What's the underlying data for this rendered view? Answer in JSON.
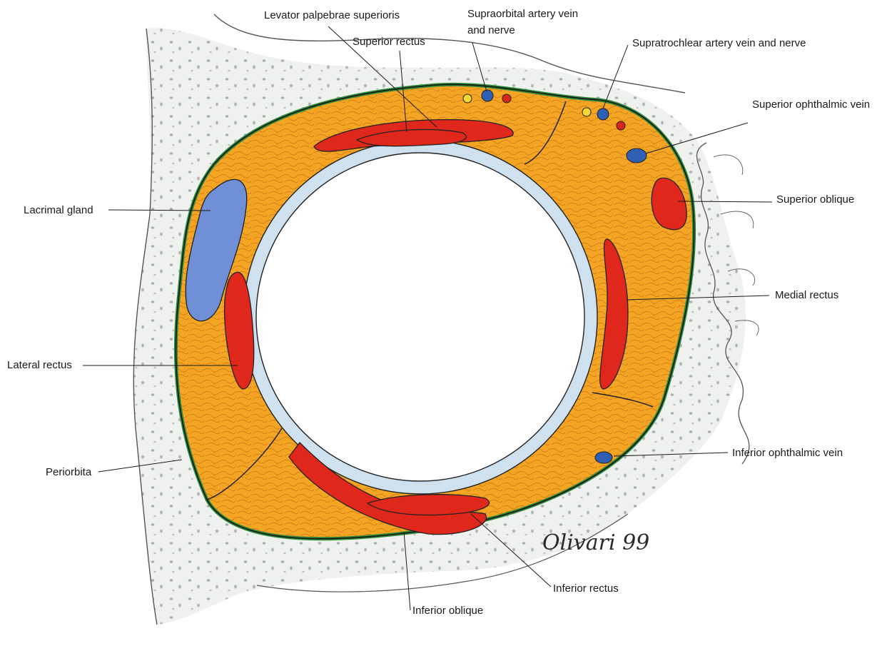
{
  "labels": {
    "levator": "Levator palpebrae superioris",
    "superior_rectus": "Superior rectus",
    "supraorbital_line1": "Supraorbital artery vein",
    "supraorbital_line2": "and nerve",
    "supratrochlear": "Supratrochlear artery vein and nerve",
    "superior_ophthalmic_vein": "Superior ophthalmic vein",
    "lacrimal_gland": "Lacrimal gland",
    "superior_oblique": "Superior oblique",
    "medial_rectus": "Medial rectus",
    "lateral_rectus": "Lateral rectus",
    "periorbita": "Periorbita",
    "inferior_ophthalmic_vein": "Inferior ophthalmic vein",
    "inferior_rectus": "Inferior rectus",
    "inferior_oblique": "Inferior oblique"
  },
  "signature": "Olivari 99",
  "colors": {
    "orbital_fat": "#f2a21e",
    "muscle": "#e0271c",
    "vein": "#2f5fb3",
    "artery": "#d9261c",
    "nerve": "#f3d935",
    "lacrimal_gland": "#6f8fd6",
    "periorbita": "#2e8a3a",
    "sclera_ring": "#cfe0ee",
    "bone": "#e9ece8"
  }
}
